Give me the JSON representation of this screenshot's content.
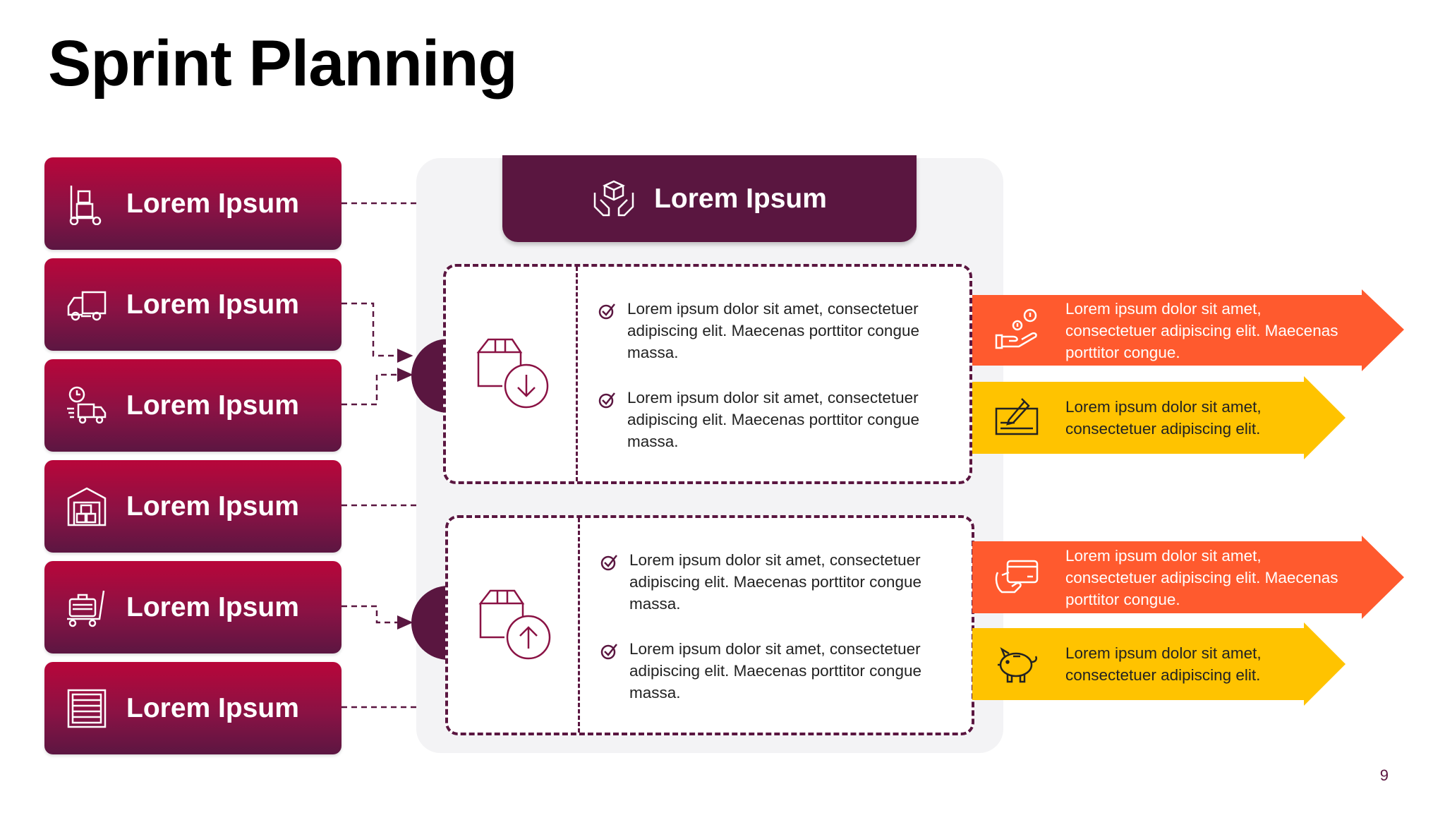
{
  "title": "Sprint Planning",
  "page_number": "9",
  "left_items": [
    {
      "label": "Lorem Ipsum",
      "icon": "hand-truck-icon"
    },
    {
      "label": "Lorem Ipsum",
      "icon": "delivery-truck-icon"
    },
    {
      "label": "Lorem Ipsum",
      "icon": "fast-delivery-clock-icon"
    },
    {
      "label": "Lorem Ipsum",
      "icon": "warehouse-icon"
    },
    {
      "label": "Lorem Ipsum",
      "icon": "luggage-cart-icon"
    },
    {
      "label": "Lorem Ipsum",
      "icon": "crate-icon"
    }
  ],
  "center": {
    "header_label": "Lorem Ipsum",
    "header_icon": "hands-box-icon",
    "top_box": {
      "icon": "box-download-icon",
      "bullets": [
        "Lorem ipsum dolor sit amet, consectetuer adipiscing elit. Maecenas porttitor congue massa.",
        "Lorem ipsum dolor sit amet, consectetuer adipiscing elit. Maecenas porttitor congue massa."
      ]
    },
    "bottom_box": {
      "icon": "box-upload-icon",
      "bullets": [
        "Lorem ipsum dolor sit amet, consectetuer adipiscing elit. Maecenas porttitor congue massa.",
        "Lorem ipsum dolor sit amet, consectetuer adipiscing elit. Maecenas porttitor congue massa."
      ]
    }
  },
  "right_arrows": [
    {
      "text": "Lorem ipsum dolor sit amet, consectetuer adipiscing elit. Maecenas porttitor congue.",
      "icon": "hand-coins-icon",
      "color": "#ff5a2e"
    },
    {
      "text": "Lorem ipsum dolor sit amet, consectetuer adipiscing elit.",
      "icon": "check-signature-icon",
      "color": "#ffc300"
    },
    {
      "text": "Lorem ipsum dolor sit amet, consectetuer adipiscing elit. Maecenas porttitor congue.",
      "icon": "credit-card-hand-icon",
      "color": "#ff5a2e"
    },
    {
      "text": "Lorem ipsum dolor sit amet, consectetuer adipiscing elit.",
      "icon": "piggy-bank-icon",
      "color": "#ffc300"
    }
  ],
  "colors": {
    "crimson": "#b8063a",
    "plum": "#5a1640",
    "orange": "#ff5a2e",
    "yellow": "#ffc300"
  }
}
